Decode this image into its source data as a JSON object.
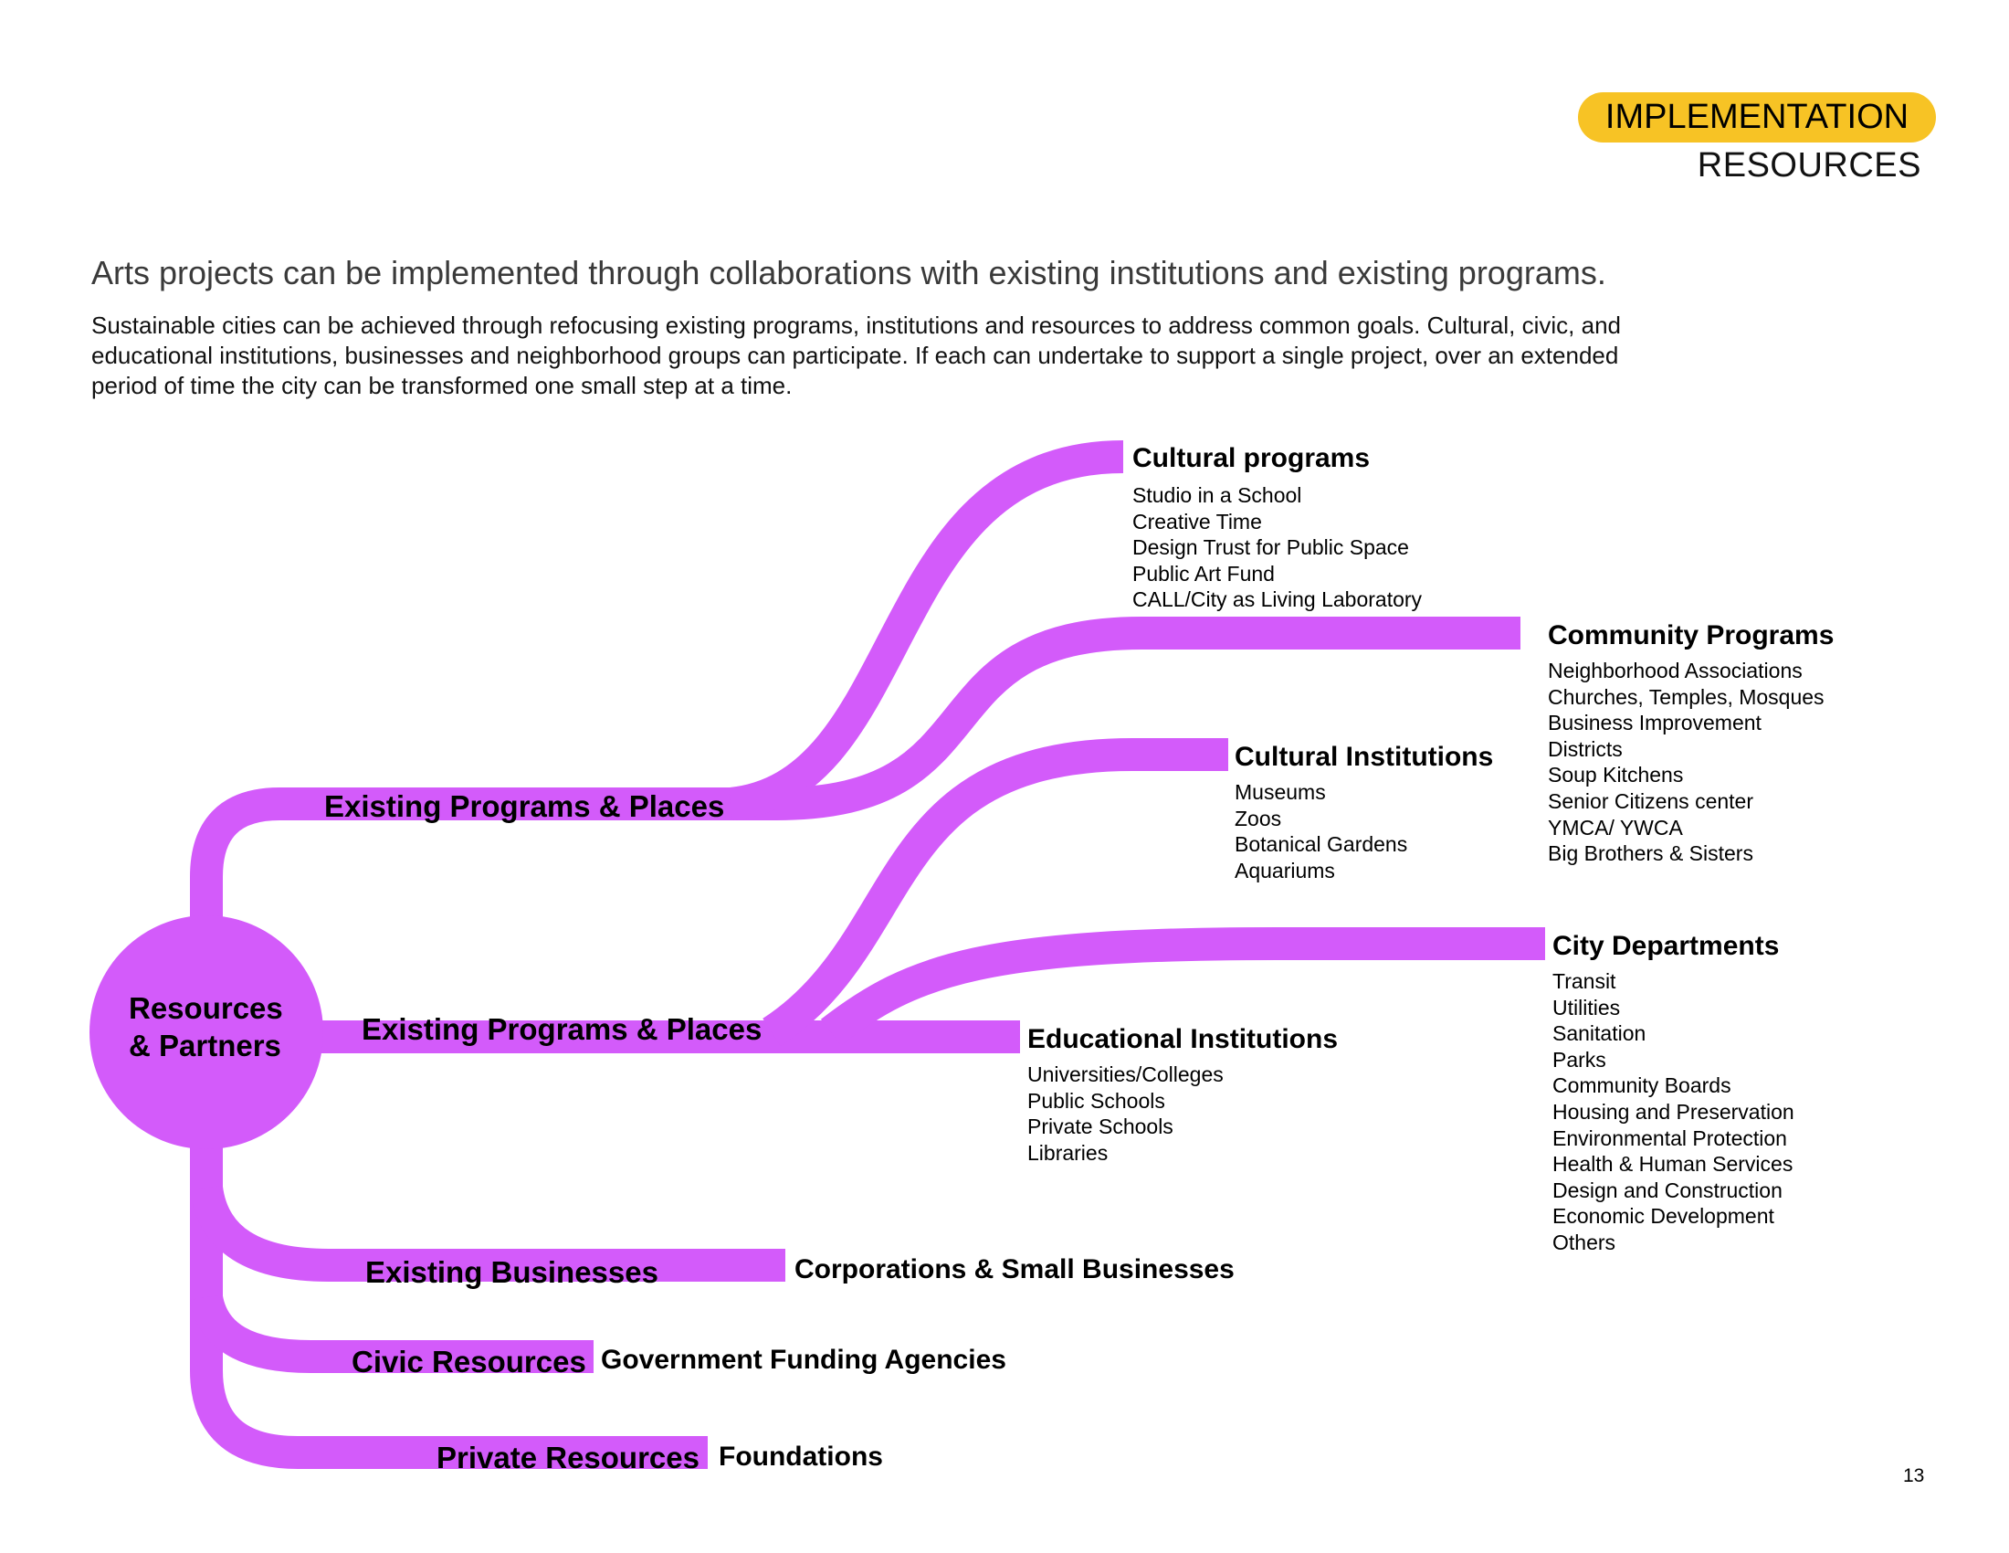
{
  "header": {
    "badge": "IMPLEMENTATION",
    "subhead": "RESOURCES"
  },
  "headline": "Arts projects can be implemented through collaborations with existing institutions and existing programs.",
  "intro_lines": [
    "Sustainable cities can be achieved through refocusing existing programs, institutions and resources to address common goals. Cultural, civic, and",
    "educational institutions, businesses and neighborhood groups can participate. If each can undertake to support a single project, over an extended",
    "period of time the city can be transformed one small step at a time."
  ],
  "colors": {
    "accent": "#d35bfa",
    "badge": "#f7c325"
  },
  "diagram": {
    "center": {
      "line1": "Resources",
      "line2": "& Partners"
    },
    "branches": {
      "programs_places_1": "Existing Programs & Places",
      "programs_places_2": "Existing Programs & Places",
      "businesses": "Existing Businesses",
      "civic": "Civic Resources",
      "private": "Private Resources"
    },
    "leaves": {
      "businesses": "Corporations & Small Businesses",
      "civic": "Government Funding Agencies",
      "private": "Foundations"
    },
    "groups": {
      "cultural_programs": {
        "title": "Cultural programs",
        "items": [
          "Studio in a School",
          "Creative Time",
          "Design Trust for Public Space",
          "Public Art Fund",
          "CALL/City as Living Laboratory"
        ]
      },
      "community_programs": {
        "title": "Community Programs",
        "items": [
          "Neighborhood Associations",
          "Churches, Temples, Mosques",
          "Business Improvement",
          "Districts",
          "Soup Kitchens",
          "Senior Citizens center",
          "YMCA/ YWCA",
          "Big Brothers & Sisters"
        ]
      },
      "cultural_institutions": {
        "title": "Cultural Institutions",
        "items": [
          "Museums",
          "Zoos",
          "Botanical Gardens",
          "Aquariums"
        ]
      },
      "city_departments": {
        "title": "City Departments",
        "items": [
          "Transit",
          "Utilities",
          "Sanitation",
          "Parks",
          "Community Boards",
          "Housing and Preservation",
          "Environmental Protection",
          "Health & Human Services",
          "Design and Construction",
          "Economic Development",
          "Others"
        ]
      },
      "educational_institutions": {
        "title": "Educational Institutions",
        "items": [
          "Universities/Colleges",
          "Public Schools",
          "Private Schools",
          "Libraries"
        ]
      }
    }
  },
  "page_number": "13"
}
